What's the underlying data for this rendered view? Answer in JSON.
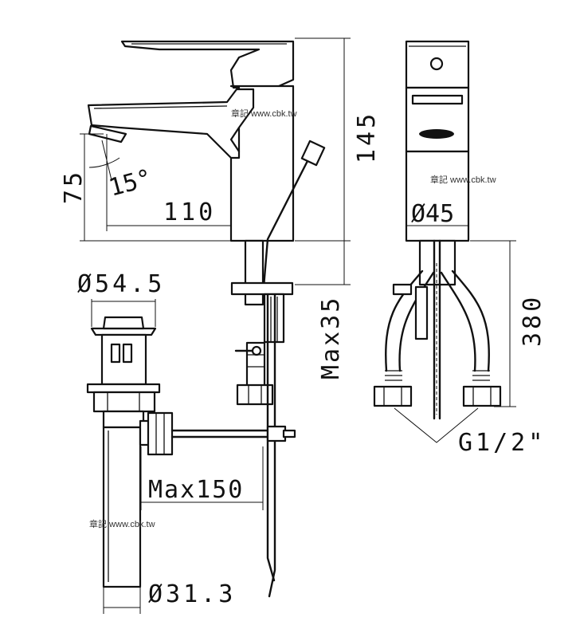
{
  "dimensions": {
    "overall_height": "145",
    "spout_height": "75",
    "spout_angle": "15°",
    "spout_reach": "110",
    "body_diameter": "Ø45",
    "hose_length": "380",
    "deck_thickness": "Max35",
    "drain_head_diameter": "Ø54.5",
    "drain_lever_reach": "Max150",
    "drain_pipe_diameter": "Ø31.3",
    "connection_thread": "G1/2\""
  },
  "watermark": {
    "text": "章記 www.cbk.tw"
  }
}
